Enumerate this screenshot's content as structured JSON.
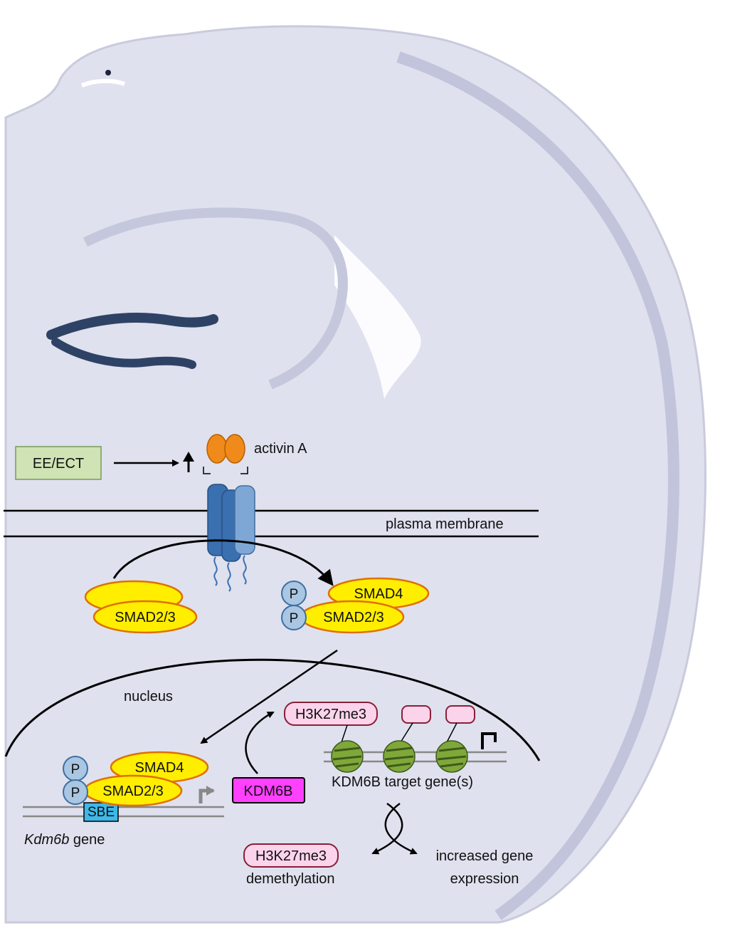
{
  "labels": {
    "stimulus": "EE/ECT",
    "ligand": "activin A",
    "membrane": "plasma membrane",
    "nucleus": "nucleus",
    "smad23": "SMAD2/3",
    "smad4": "SMAD4",
    "phospho": "P",
    "h3k27me3": "H3K27me3",
    "kdm6b_protein": "KDM6B",
    "sbe": "SBE",
    "target_genes": "KDM6B target gene(s)",
    "kdm6b_gene_italic": "Kdm6b",
    "gene_suffix": " gene",
    "demethylation": "demethylation",
    "increased_1": "increased gene",
    "increased_2": "expression"
  },
  "colors": {
    "tissue": "#dfe1ee",
    "tissue_edge": "#c9cbdc",
    "stain": "#2e4266",
    "smad_fill": "#ffee00",
    "smad_stroke": "#e07000",
    "phospho_fill": "#a9c6e2",
    "phospho_stroke": "#3f6ea0",
    "receptor_dark": "#3a6fb0",
    "receptor_light": "#7fa7d6",
    "activin": "#f08a1a",
    "kdm6b_fill": "#ff40ff",
    "h3k27_fill": "#fbd4ec",
    "h3k27_stroke": "#8a1f36",
    "nucleosome": "#7fa83a",
    "stimulus_fill": "#cfe3b5",
    "stimulus_stroke": "#7a9a5a",
    "sbe_fill": "#3fb8e8"
  }
}
